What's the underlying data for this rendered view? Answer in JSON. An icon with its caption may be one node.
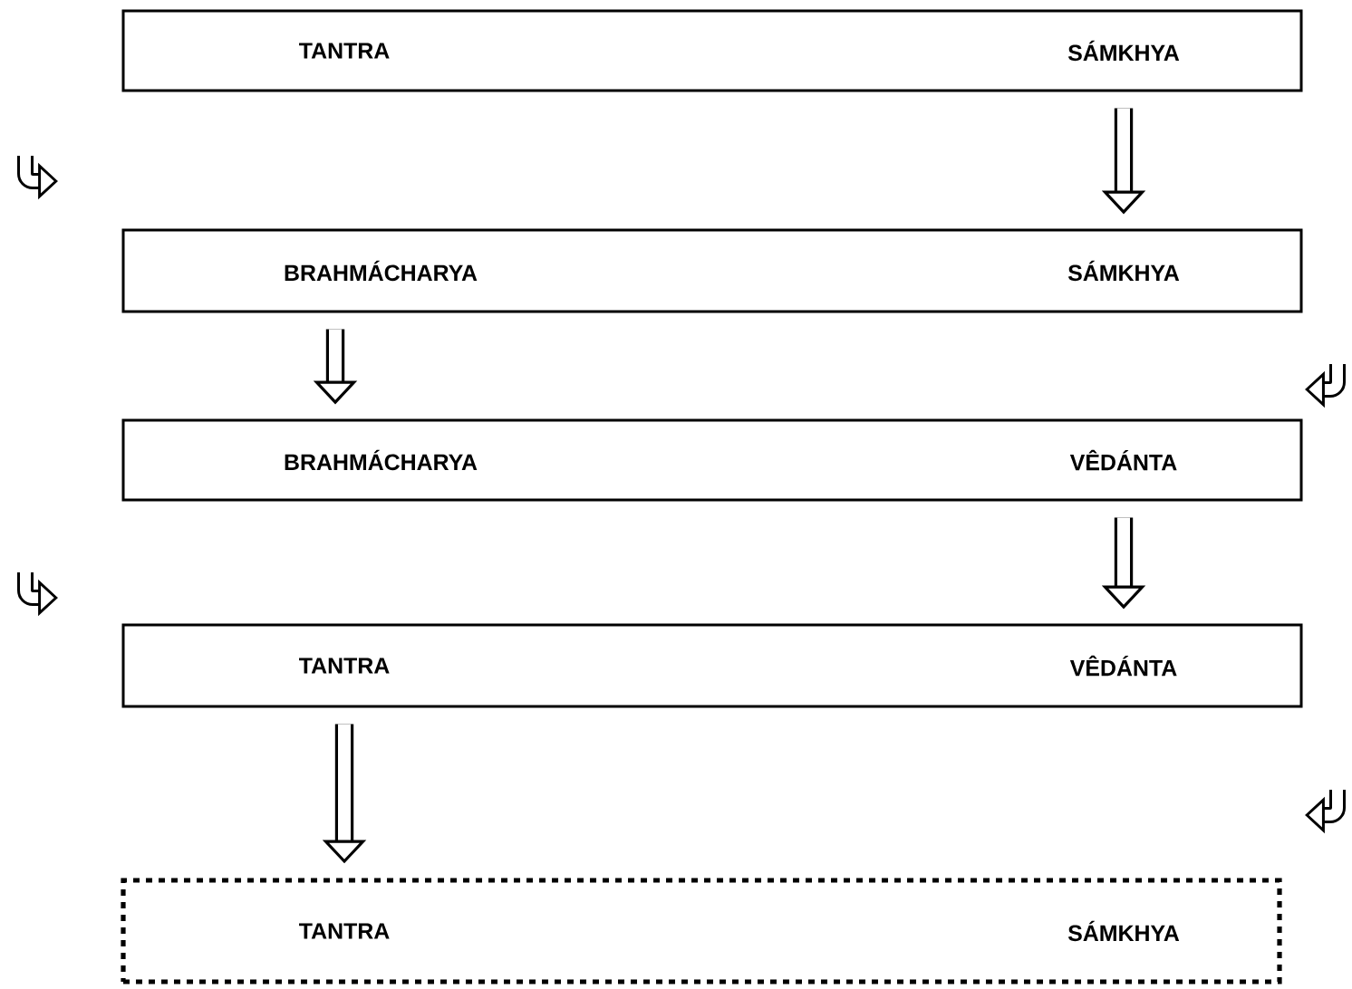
{
  "diagram": {
    "nodes": [
      {
        "text": [
          "TANTRA",
          "SÁMKHYA"
        ]
      },
      {
        "text": [
          "BRAHMÁCHARYA",
          "SÁMKHYA"
        ]
      },
      {
        "text": [
          "BRAHMÁCHARYA",
          "VÊDÁNTA"
        ]
      },
      {
        "text": [
          "TANTRA",
          "VÊDÁNTA"
        ]
      },
      {
        "text": [
          "TANTRA",
          "SÁMKHYA"
        ]
      }
    ],
    "edges": [
      {
        "from": 0,
        "to": 1,
        "arrow": "to"
      },
      {
        "from": 1,
        "to": 2,
        "arrow": "to"
      },
      {
        "from": 2,
        "to": 3,
        "arrow": "to"
      },
      {
        "from": 3,
        "to": 4,
        "arrow": "to"
      }
    ]
  }
}
